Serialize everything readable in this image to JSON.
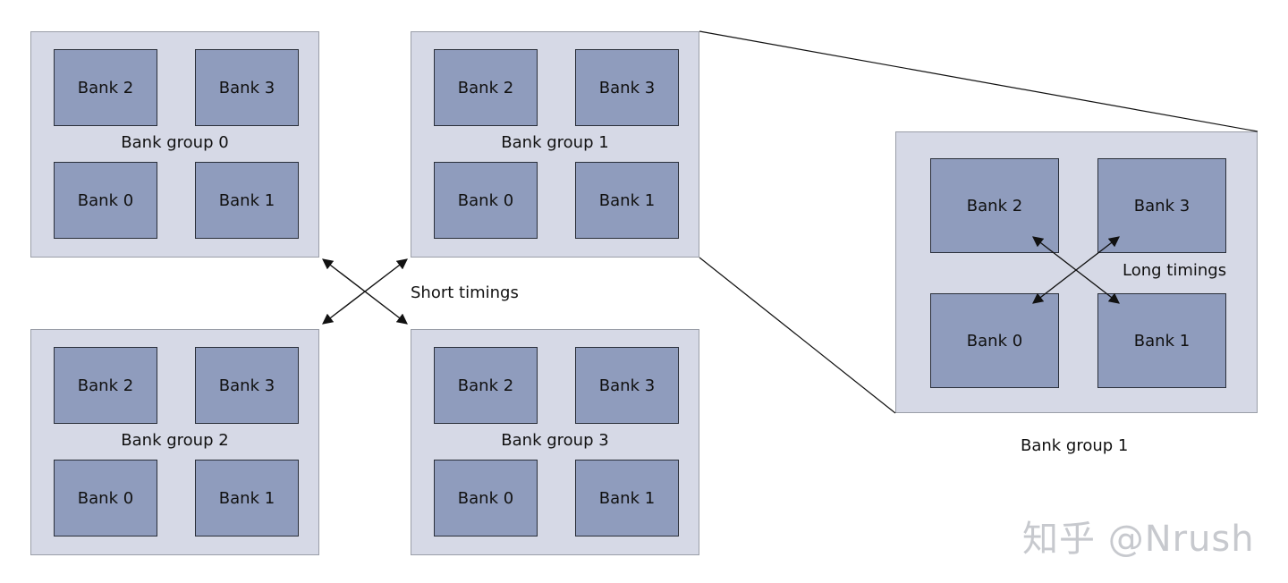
{
  "groups": [
    {
      "label": "Bank group 0",
      "banks": {
        "b2": "Bank 2",
        "b3": "Bank 3",
        "b0": "Bank 0",
        "b1": "Bank 1"
      }
    },
    {
      "label": "Bank group 1",
      "banks": {
        "b2": "Bank 2",
        "b3": "Bank 3",
        "b0": "Bank 0",
        "b1": "Bank 1"
      }
    },
    {
      "label": "Bank group 2",
      "banks": {
        "b2": "Bank 2",
        "b3": "Bank 3",
        "b0": "Bank 0",
        "b1": "Bank 1"
      }
    },
    {
      "label": "Bank group 3",
      "banks": {
        "b2": "Bank 2",
        "b3": "Bank 3",
        "b0": "Bank 0",
        "b1": "Bank 1"
      }
    }
  ],
  "detail": {
    "caption": "Bank group 1",
    "banks": {
      "b2": "Bank 2",
      "b3": "Bank 3",
      "b0": "Bank 0",
      "b1": "Bank 1"
    },
    "annotation": "Long timings"
  },
  "short_timings_label": "Short timings",
  "watermark": "知乎 @Nrush",
  "colors": {
    "group_fill": "#d6d9e6",
    "bank_fill": "#8f9cbd",
    "line": "#111111"
  }
}
